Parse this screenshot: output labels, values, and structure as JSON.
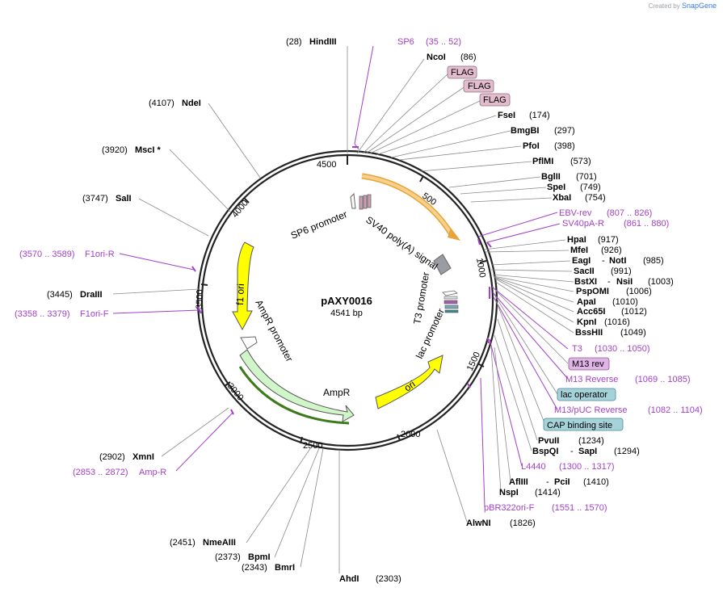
{
  "brand": {
    "created_by": "Created by",
    "app": "SnapGene"
  },
  "plasmid": {
    "name": "pAXY0016",
    "length": "4541 bp"
  },
  "ticks": [
    "500",
    "1000",
    "1500",
    "2000",
    "2500",
    "3000",
    "3500",
    "4000",
    "4500"
  ],
  "features": {
    "sv40": "SV40 poly(A) signal",
    "sp6prom": "SP6 promoter",
    "t3prom": "T3 promoter",
    "lacprom": "lac promoter",
    "ori": "ori",
    "ampr": "AmpR",
    "amprprom": "AmpR promoter",
    "f1ori": "f1 ori"
  },
  "sites_top": [
    {
      "pos": "(28)",
      "name": "HindIII"
    },
    {
      "name": "SP6",
      "pos": "(35 .. 52)"
    },
    {
      "name": "NcoI",
      "pos": "(86)"
    },
    {
      "box": "FLAG"
    },
    {
      "box": "FLAG"
    },
    {
      "box": "FLAG"
    },
    {
      "name": "FseI",
      "pos": "(174)"
    },
    {
      "name": "BmgBI",
      "pos": "(297)"
    },
    {
      "name": "PfoI",
      "pos": "(398)"
    },
    {
      "name": "PflMI",
      "pos": "(573)"
    },
    {
      "name": "BglII",
      "pos": "(701)"
    },
    {
      "name": "SpeI",
      "pos": "(749)"
    },
    {
      "name": "XbaI",
      "pos": "(754)"
    },
    {
      "name": "EBV-rev",
      "pos": "(807 .. 826)"
    },
    {
      "name": "SV40pA-R",
      "pos": "(861 .. 880)"
    },
    {
      "name": "HpaI",
      "pos": "(917)"
    },
    {
      "name": "MfeI",
      "pos": "(926)"
    },
    {
      "name": "EagI",
      "sep": "-",
      "name2": "NotI",
      "pos": "(985)"
    },
    {
      "name": "SacII",
      "pos": "(991)"
    },
    {
      "name": "BstXI",
      "sep": "-",
      "name2": "NsiI",
      "pos": "(1003)"
    },
    {
      "name": "PspOMI",
      "pos": "(1006)"
    },
    {
      "name": "ApaI",
      "pos": "(1010)"
    },
    {
      "name": "Acc65I",
      "pos": "(1012)"
    },
    {
      "name": "KpnI",
      "pos": "(1016)"
    },
    {
      "name": "BssHII",
      "pos": "(1049)"
    },
    {
      "name": "T3",
      "pos": "(1030 .. 1050)"
    },
    {
      "box": "M13 rev"
    },
    {
      "name": "M13 Reverse",
      "pos": "(1069 .. 1085)"
    },
    {
      "box": "lac operator"
    },
    {
      "name": "M13/pUC Reverse",
      "pos": "(1082 .. 1104)"
    },
    {
      "box": "CAP binding site"
    },
    {
      "name": "PvuII",
      "pos": "(1234)"
    },
    {
      "name": "BspQI",
      "sep": "-",
      "name2": "SapI",
      "pos": "(1294)"
    },
    {
      "name": "L4440",
      "pos": "(1300 .. 1317)"
    },
    {
      "name": "AflIII",
      "sep": "-",
      "name2": "PciI",
      "pos": "(1410)"
    },
    {
      "name": "NspI",
      "pos": "(1414)"
    },
    {
      "name": "pBR322ori-F",
      "pos": "(1551 .. 1570)"
    },
    {
      "name": "AlwNI",
      "pos": "(1826)"
    },
    {
      "name": "AhdI",
      "pos": "(2303)"
    },
    {
      "pos": "(2343)",
      "name": "BmrI"
    },
    {
      "pos": "(2373)",
      "name": "BpmI"
    },
    {
      "pos": "(2451)",
      "name": "NmeAIII"
    },
    {
      "pos": "(2853 .. 2872)",
      "name": "Amp-R"
    },
    {
      "pos": "(2902)",
      "name": "XmnI"
    },
    {
      "pos": "(3358 .. 3379)",
      "name": "F1ori-F"
    },
    {
      "pos": "(3445)",
      "name": "DraIII"
    },
    {
      "pos": "(3570 .. 3589)",
      "name": "F1ori-R"
    },
    {
      "pos": "(3747)",
      "name": "SalI"
    },
    {
      "pos": "(3920)",
      "name": "MscI *"
    },
    {
      "pos": "(4107)",
      "name": "NdeI"
    }
  ]
}
